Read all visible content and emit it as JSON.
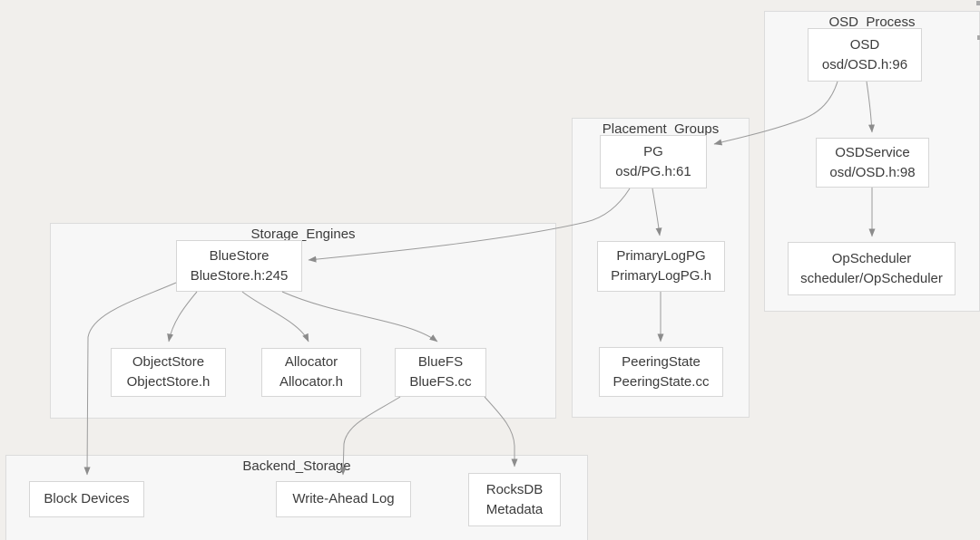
{
  "diagram": {
    "colors": {
      "page_background": "#f1efec",
      "cluster_background": "#f7f7f7",
      "node_background": "#ffffff",
      "border": "#d6d6d6",
      "edge": "#9b9b9b",
      "text": "#3b3b3b"
    },
    "clusters": {
      "osd_process": {
        "label": "OSD_Process"
      },
      "placement_groups": {
        "label": "Placement_Groups"
      },
      "storage_engines": {
        "label": "Storage_Engines"
      },
      "backend_storage": {
        "label": "Backend_Storage"
      }
    },
    "nodes": {
      "osd": {
        "line1": "OSD",
        "line2": "osd/OSD.h:96"
      },
      "osdservice": {
        "line1": "OSDService",
        "line2": "osd/OSD.h:98"
      },
      "opscheduler": {
        "line1": "OpScheduler",
        "line2": "scheduler/OpScheduler"
      },
      "pg": {
        "line1": "PG",
        "line2": "osd/PG.h:61"
      },
      "primarylogpg": {
        "line1": "PrimaryLogPG",
        "line2": "PrimaryLogPG.h"
      },
      "peeringstate": {
        "line1": "PeeringState",
        "line2": "PeeringState.cc"
      },
      "bluestore": {
        "line1": "BlueStore",
        "line2": "BlueStore.h:245"
      },
      "objectstore": {
        "line1": "ObjectStore",
        "line2": "ObjectStore.h"
      },
      "allocator": {
        "line1": "Allocator",
        "line2": "Allocator.h"
      },
      "bluefs": {
        "line1": "BlueFS",
        "line2": "BlueFS.cc"
      },
      "block_devices": {
        "line1": "Block Devices"
      },
      "write_ahead_log": {
        "line1": "Write-Ahead Log"
      },
      "rocksdb": {
        "line1": "RocksDB",
        "line2": "Metadata"
      }
    },
    "edges": [
      {
        "from": "OSD",
        "to": "OSDService"
      },
      {
        "from": "OSD",
        "to": "PG"
      },
      {
        "from": "OSDService",
        "to": "OpScheduler"
      },
      {
        "from": "PG",
        "to": "PrimaryLogPG"
      },
      {
        "from": "PG",
        "to": "BlueStore"
      },
      {
        "from": "PrimaryLogPG",
        "to": "PeeringState"
      },
      {
        "from": "BlueStore",
        "to": "ObjectStore"
      },
      {
        "from": "BlueStore",
        "to": "Allocator"
      },
      {
        "from": "BlueStore",
        "to": "BlueFS"
      },
      {
        "from": "BlueStore",
        "to": "Block Devices"
      },
      {
        "from": "BlueFS",
        "to": "Write-Ahead Log"
      },
      {
        "from": "BlueFS",
        "to": "RocksDB"
      }
    ]
  }
}
